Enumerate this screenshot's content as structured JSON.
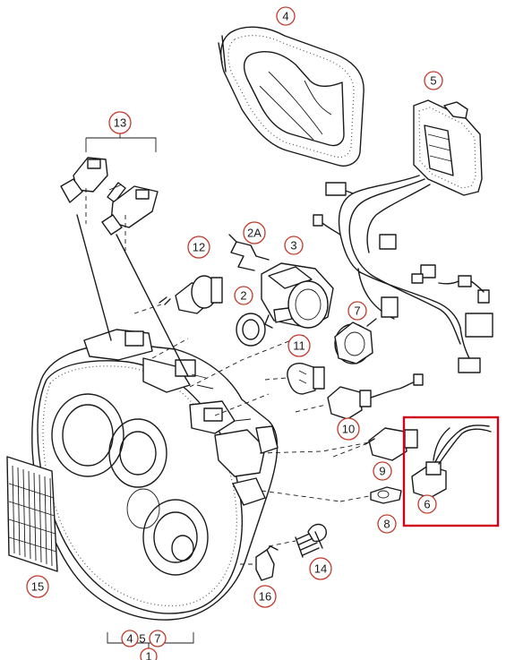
{
  "callouts": {
    "c1": "1",
    "c2": "2",
    "c2a": "2A",
    "c3": "3",
    "c4_top": "4",
    "c4_bottom": "4",
    "c5_top": "5",
    "c5_bottom": "5",
    "c6": "6",
    "c7_right": "7",
    "c7_bottom": "7",
    "c8": "8",
    "c9": "9",
    "c10": "10",
    "c11": "11",
    "c12": "12",
    "c13": "13",
    "c14": "14",
    "c15": "15",
    "c16": "16"
  },
  "colors": {
    "callout_outline": "#c0392b",
    "highlight_box": "#d0021b",
    "line_art": "#1a1a1a"
  }
}
